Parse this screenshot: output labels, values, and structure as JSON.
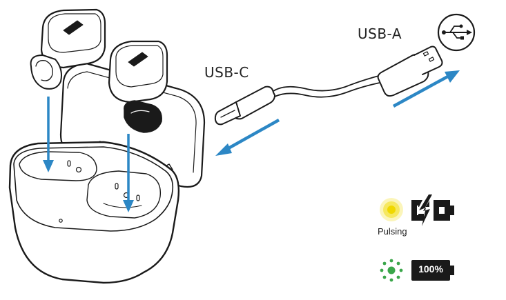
{
  "labels": {
    "usb_a": "USB-A",
    "usb_c": "USB-C",
    "pulsing": "Pulsing",
    "full": "100%"
  },
  "icons": {
    "usb": "usb-icon",
    "charging": "charging-battery-icon",
    "full": "full-battery-icon"
  },
  "colors": {
    "arrow": "#2c87c5",
    "led_pulsing": "#f3e33a",
    "led_full": "#3aa64a",
    "line": "#1a1a1a"
  }
}
